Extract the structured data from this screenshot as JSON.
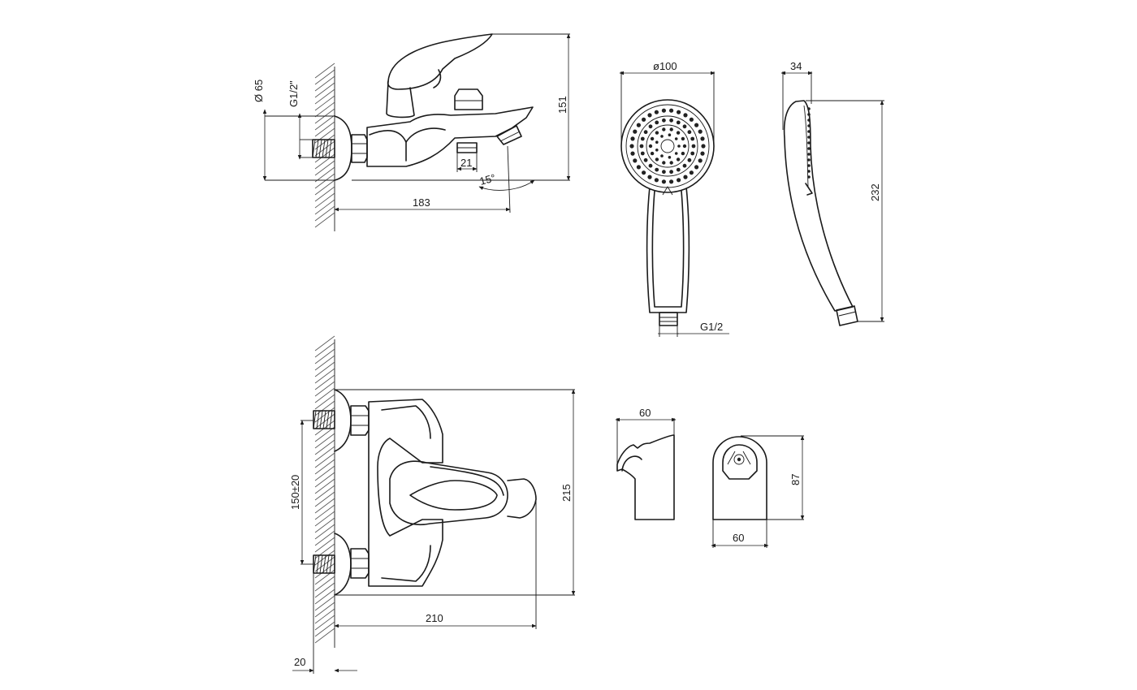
{
  "labels": {
    "diameter_65": "Ø 65",
    "thread_g12_in": "G1/2\"",
    "height_151": "151",
    "spout_21": "21",
    "angle_15": "15°",
    "depth_183": "183",
    "head_diameter_100": "ø100",
    "thread_g12": "G1/2",
    "side_thickness_34": "34",
    "length_232": "232",
    "spacing_150": "150±20",
    "height_215": "215",
    "depth_210": "210",
    "wall_20": "20",
    "holder_width_60_top": "60",
    "holder_height_87": "87",
    "holder_width_60_bottom": "60"
  }
}
